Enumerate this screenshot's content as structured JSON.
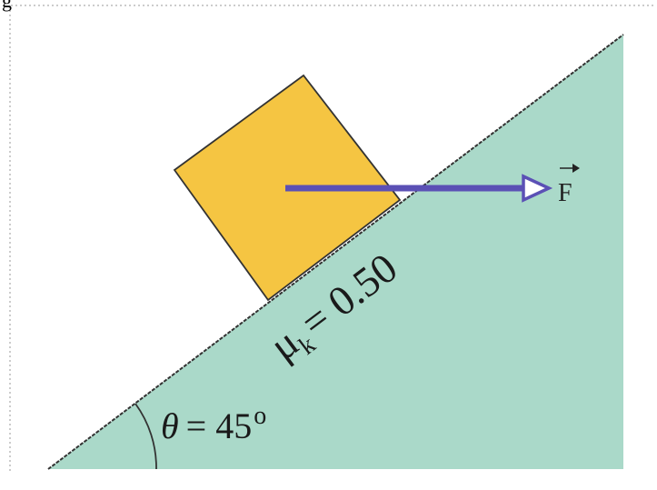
{
  "crop_fragment": "g",
  "force_label": "F",
  "friction": {
    "symbol": "μ",
    "subscript": "k",
    "value_text": "= 0.50"
  },
  "angle": {
    "symbol": "θ",
    "value_text": "= 45",
    "unit": "o"
  },
  "colors": {
    "incline_fill": "#aad9c9",
    "block_fill": "#f5c542",
    "force_arrow": "#5b50b5",
    "outline": "#333333"
  }
}
